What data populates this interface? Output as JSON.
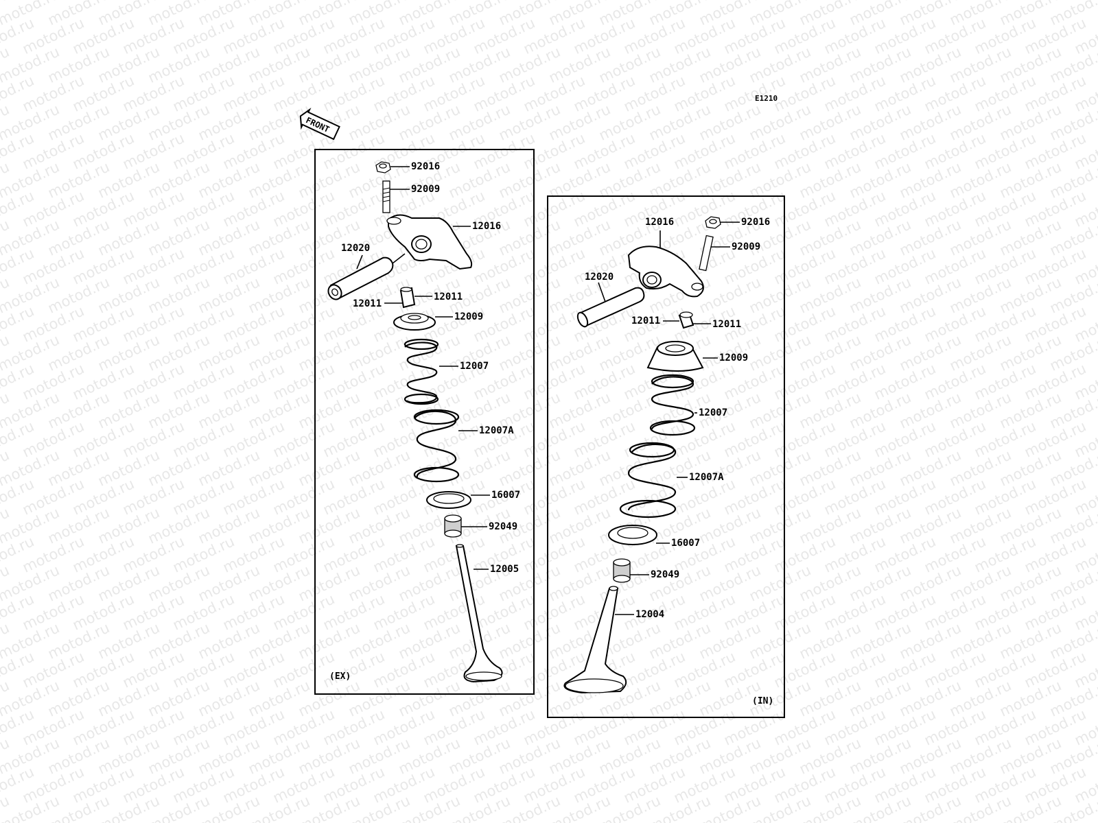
{
  "watermark": "motod.ru",
  "diagram_code": "E1210",
  "front_label": "FRONT",
  "ex_panel": {
    "tag": "(EX)",
    "labels": {
      "p92016": "92016",
      "p92009": "92009",
      "p12016": "12016",
      "p12020": "12020",
      "p12011a": "12011",
      "p12011b": "12011",
      "p12009": "12009",
      "p12007": "12007",
      "p12007a": "12007A",
      "p16007": "16007",
      "p92049": "92049",
      "p12005": "12005"
    }
  },
  "in_panel": {
    "tag": "(IN)",
    "labels": {
      "p12016": "12016",
      "p92016": "92016",
      "p92009": "92009",
      "p12020": "12020",
      "p12011a": "12011",
      "p12011b": "12011",
      "p12009": "12009",
      "p12007": "12007",
      "p12007a": "12007A",
      "p16007": "16007",
      "p92049": "92049",
      "p12004": "12004"
    }
  }
}
